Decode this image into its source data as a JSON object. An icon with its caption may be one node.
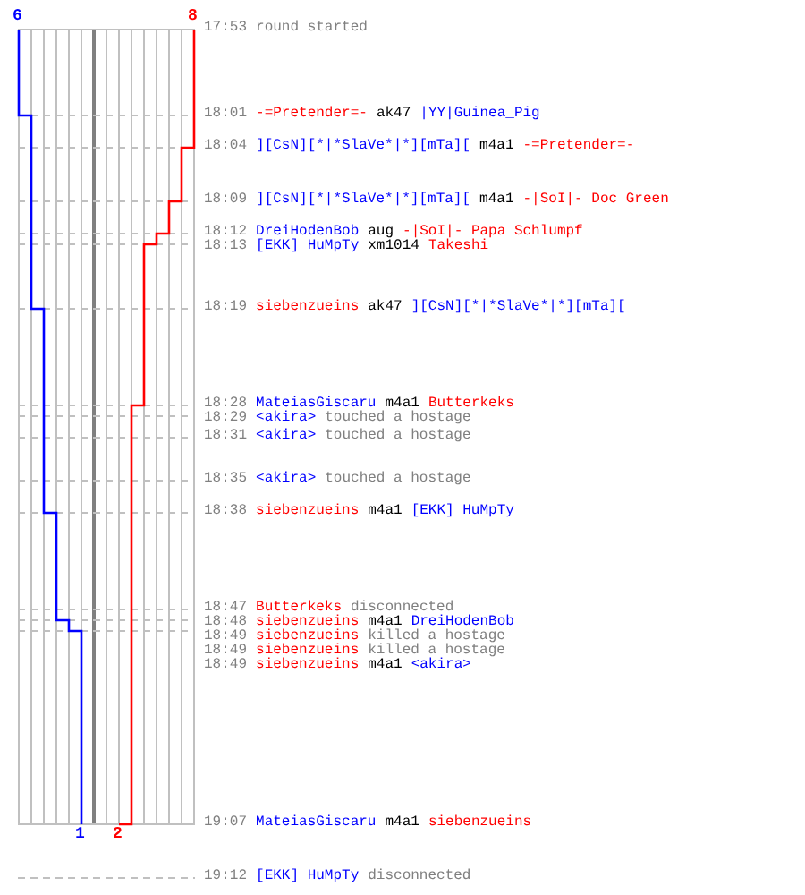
{
  "diagram": {
    "labels": [
      "6",
      "8",
      "17:53",
      "round started",
      "18:01",
      "-=Pretender=-",
      "ak47",
      "|YY|Guinea_Pig",
      "18:04",
      "][CsN][*|*SlaVe*|*][mTa][",
      "m4a1",
      "-=Pretender=-",
      "18:09",
      "][CsN][*|*SlaVe*|*][mTa][",
      "m4a1",
      "-|SoI|- Doc Green",
      "18:12",
      "DreiHodenBob",
      "aug",
      "-|SoI|- Papa Schlumpf",
      "18:13",
      "[EKK] HuMpTy",
      "xm1014",
      "Takeshi",
      "18:19",
      "siebenzueins",
      "ak47",
      "][CsN][*|*SlaVe*|*][mTa][",
      "18:28",
      "MateiasGiscaru",
      "m4a1",
      "Butterkeks",
      "18:29",
      "<akira>",
      "touched a hostage",
      "18:31",
      "<akira>",
      "touched a hostage",
      "18:35",
      "<akira>",
      "touched a hostage",
      "18:38",
      "siebenzueins",
      "m4a1",
      "[EKK] HuMpTy",
      "18:47",
      "Butterkeks",
      "disconnected",
      "18:48",
      "siebenzueins",
      "m4a1",
      "DreiHodenBob",
      "18:49",
      "siebenzueins",
      "killed a hostage",
      "18:49",
      "siebenzueins",
      "killed a hostage",
      "18:49",
      "siebenzueins",
      "m4a1",
      "<akira>",
      "19:07",
      "MateiasGiscaru",
      "m4a1",
      "siebenzueins",
      "19:12",
      "[EKK] HuMpTy",
      "disconnected",
      "1",
      "2"
    ]
  }
}
